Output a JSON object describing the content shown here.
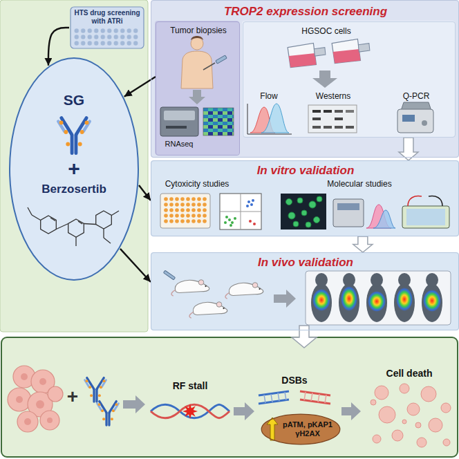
{
  "diagram": {
    "nodes": [
      {
        "text": [
          "HTS drug screening with ATRi"
        ]
      },
      {
        "text": [
          "SG",
          "+",
          "Berzosertib"
        ]
      },
      {
        "text": [
          "TROP2 expression screening"
        ]
      },
      {
        "text": [
          "Tumor biopsies",
          "RNAseq"
        ],
        "in": 2
      },
      {
        "text": [
          "HGSOC cells",
          "Flow",
          "Westerns",
          "Q-PCR"
        ],
        "in": 2
      },
      {
        "text": [
          "In vitro validation"
        ]
      },
      {
        "text": [
          "In vivo validation"
        ]
      },
      {
        "text": [
          "pATM, pKAP1 γH2AX"
        ]
      }
    ],
    "edges": [
      {
        "from": 0,
        "to": 1,
        "arrow": "to"
      },
      {
        "from": 3,
        "to": 1,
        "arrow": "to"
      },
      {
        "from": 1,
        "to": 5,
        "arrow": "to"
      },
      {
        "from": 1,
        "to": 6,
        "arrow": "to"
      },
      {
        "from": 4,
        "to": 5,
        "arrow": "to"
      },
      {
        "from": 5,
        "to": 6,
        "arrow": "to"
      }
    ],
    "labels": [
      "Cytoxicity studies",
      "Molecular studies",
      "+",
      "RF stall",
      "DSBs",
      "Cell death"
    ]
  }
}
